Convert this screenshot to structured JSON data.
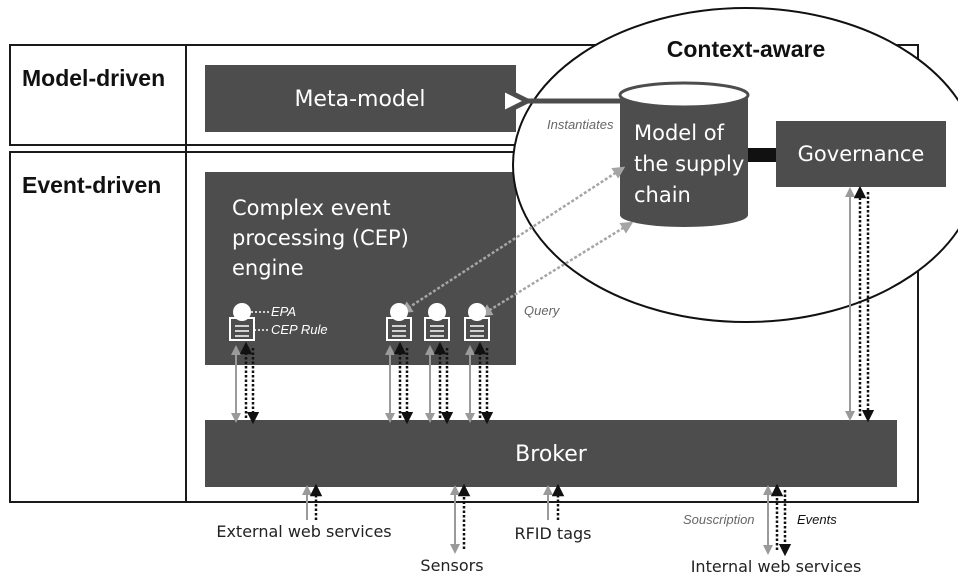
{
  "layers": {
    "model_driven": "Model-driven",
    "event_driven": "Event-driven",
    "context_aware": "Context-aware"
  },
  "boxes": {
    "meta_model": "Meta-model",
    "cep_line1": "Complex event",
    "cep_line2": "processing (CEP)",
    "cep_line3": "engine",
    "model_line1": "Model of",
    "model_line2": "the supply",
    "model_line3": "chain",
    "governance": "Governance",
    "broker": "Broker"
  },
  "annotations": {
    "instantiates": "Instantiates",
    "query": "Query",
    "epa": "EPA",
    "cep_rule": "CEP Rule",
    "souscription": "Souscription",
    "events": "Events"
  },
  "sources": {
    "external": "External web services",
    "sensors": "Sensors",
    "rfid": "RFID tags",
    "internal": "Internal web services"
  },
  "colors": {
    "box_fill": "#4d4d4d",
    "frame": "#1a1a1a",
    "arrow_grey": "#9a9a9a",
    "arrow_black": "#111111"
  }
}
